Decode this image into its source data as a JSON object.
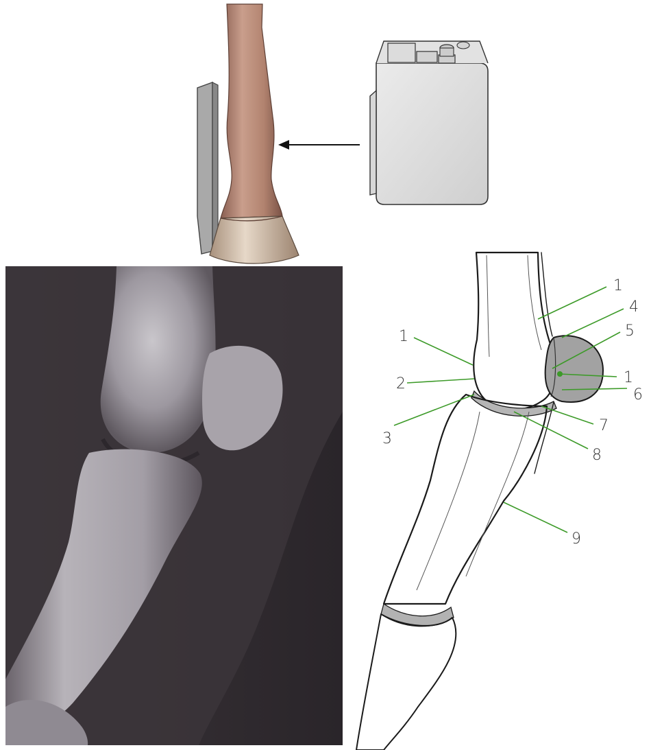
{
  "figure": {
    "top_panel": {
      "description_items": [
        "leg-model",
        "xray-plate",
        "xray-source",
        "beam-arrow"
      ]
    },
    "radiograph_panel": {},
    "line_drawing_panel": {
      "callouts": [
        {
          "id": "c1a",
          "label": "1"
        },
        {
          "id": "c4",
          "label": "4"
        },
        {
          "id": "c5",
          "label": "5"
        },
        {
          "id": "c1b",
          "label": "1"
        },
        {
          "id": "c1c",
          "label": "1"
        },
        {
          "id": "c2",
          "label": "2"
        },
        {
          "id": "c6",
          "label": "6"
        },
        {
          "id": "c3",
          "label": "3"
        },
        {
          "id": "c7",
          "label": "7"
        },
        {
          "id": "c8",
          "label": "8"
        },
        {
          "id": "c9",
          "label": "9"
        }
      ]
    }
  },
  "colors": {
    "leader_green": "#3c9a28",
    "xray_background": "#221d22",
    "leg_flesh": "#b88a78",
    "hoof": "#d9c9b8",
    "plate_grey": "#b9b9b9",
    "source_grey": "#dcdcdc"
  }
}
